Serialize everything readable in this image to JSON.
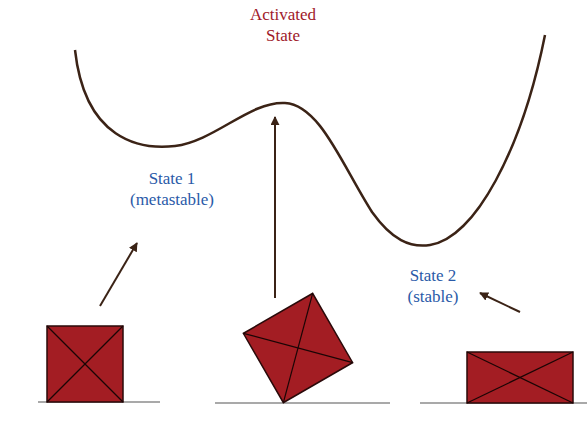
{
  "diagram": {
    "labels": [
      "Activated State",
      "State 1 (metastable)",
      "State 2 (stable)"
    ]
  }
}
